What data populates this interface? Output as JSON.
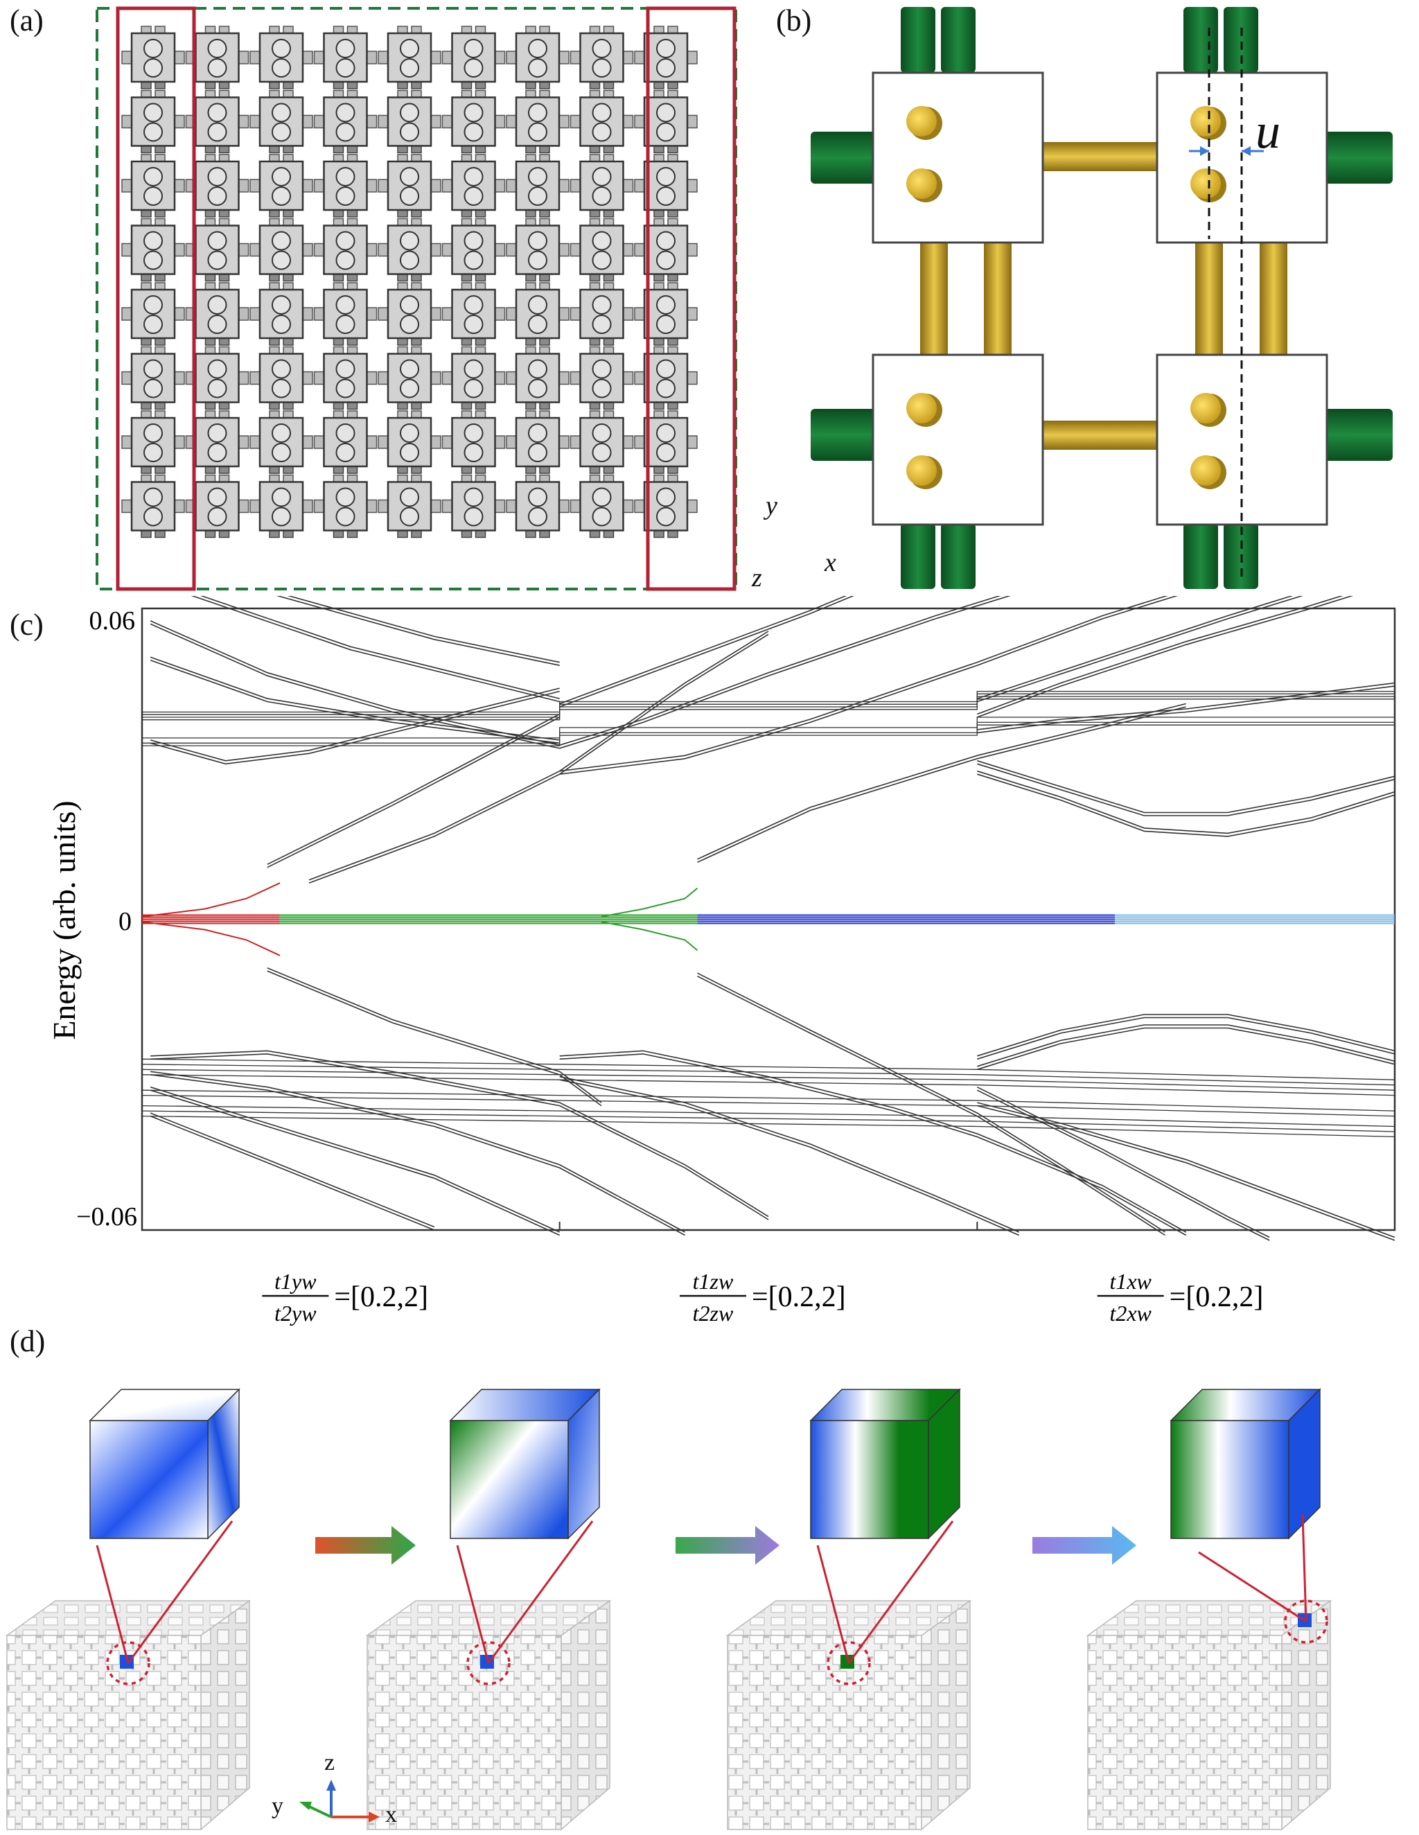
{
  "panels": {
    "a": {
      "label": "(a)",
      "grid_cols": 9,
      "grid_rows": 8,
      "axes": {
        "y": "y",
        "z": "z",
        "x": "x"
      }
    },
    "b": {
      "label": "(b)",
      "u_label": "u"
    },
    "c": {
      "label": "(c)"
    },
    "d": {
      "label": "(d)",
      "axes": {
        "z": "z",
        "y": "y",
        "x": "x"
      }
    }
  },
  "colors": {
    "grey_block": "#cfcfcf",
    "dark_green": "#0f6b2b",
    "gold": "#d4af37",
    "red_frame": "#b22234",
    "dashed_green": "#1f7a3a",
    "red_mode": "#cc2222",
    "green_mode": "#2aa02a",
    "blue_mode": "#2233cc",
    "lightblue_mode": "#7ab8e8",
    "cube_blue": "#1a4fe0",
    "cube_green": "#0a7a12"
  },
  "chart_data": {
    "type": "line",
    "title": "",
    "ylabel": "Energy (arb. units)",
    "xlabel": "",
    "ylim": [
      -0.06,
      0.06
    ],
    "yticks": [
      "0.06",
      "0",
      "−0.06"
    ],
    "segments": [
      {
        "num": "t1yw",
        "den": "t2yw",
        "range": "=[0.2,2]"
      },
      {
        "num": "t1zw",
        "den": "t2zw",
        "range": "=[0.2,2]"
      },
      {
        "num": "t1xw",
        "den": "t2xw",
        "range": "=[0.2,2]"
      }
    ],
    "zero_mode_series": [
      {
        "color": "red",
        "x_start": 0.0,
        "x_end": 0.33
      },
      {
        "color": "green",
        "x_start": 0.33,
        "x_end": 1.33
      },
      {
        "color": "blue",
        "x_start": 1.33,
        "x_end": 2.33
      },
      {
        "color": "lightblue",
        "x_start": 2.33,
        "x_end": 3.0
      }
    ]
  }
}
